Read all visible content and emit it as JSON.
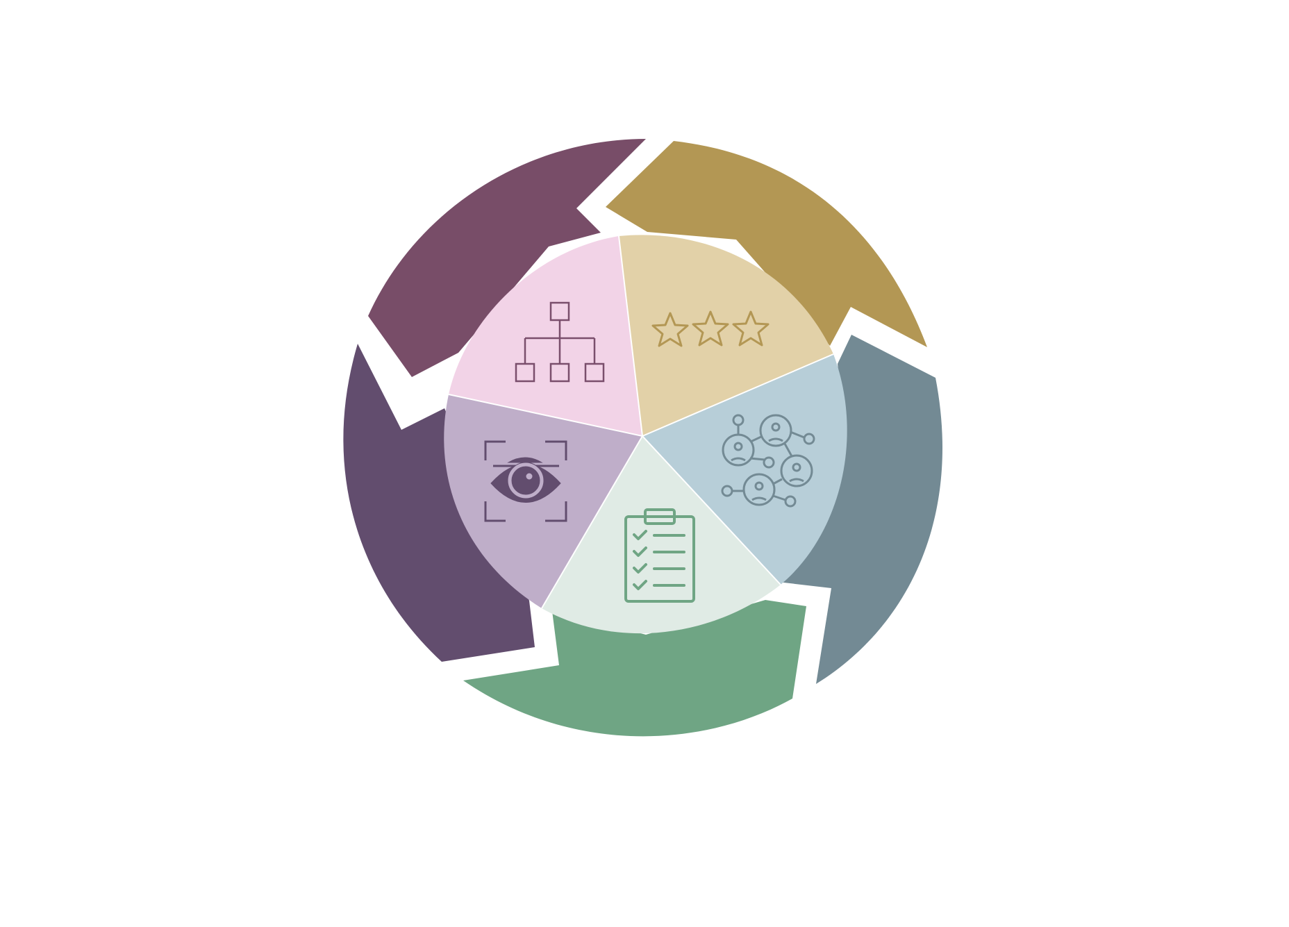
{
  "diagram": {
    "type": "cycle",
    "segments": [
      {
        "id": "hierarchy",
        "icon": "hierarchy-icon",
        "outer_color": "#784d68",
        "inner_color": "#f2d3e7",
        "icon_color": "#7a4e6c"
      },
      {
        "id": "rating",
        "icon": "three-stars-icon",
        "outer_color": "#b39754",
        "inner_color": "#e2d1a8",
        "icon_color": "#b39754"
      },
      {
        "id": "network",
        "icon": "people-network-icon",
        "outer_color": "#738a94",
        "inner_color": "#b7ced8",
        "icon_color": "#738a94"
      },
      {
        "id": "checklist",
        "icon": "clipboard-checklist-icon",
        "outer_color": "#6fa584",
        "inner_color": "#e0ebe5",
        "icon_color": "#6fa584"
      },
      {
        "id": "observe",
        "icon": "eye-scan-icon",
        "outer_color": "#624d6e",
        "inner_color": "#bfaec9",
        "icon_color": "#624d6e"
      }
    ]
  }
}
